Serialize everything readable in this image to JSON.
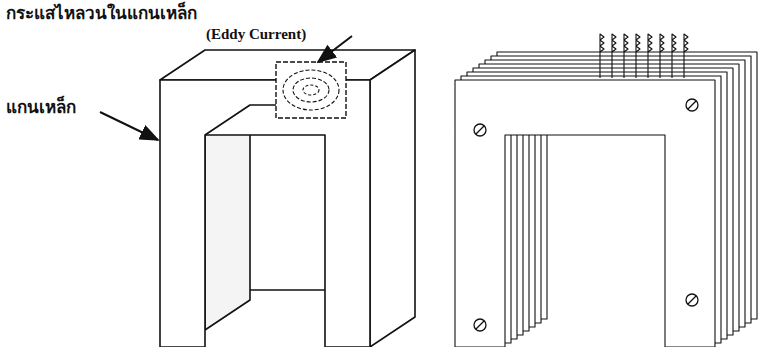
{
  "diagram": {
    "labels": [
      "กระแสไหลวนในแกนเหล็ก",
      "(Eddy Current)",
      "แกนเหล็ก"
    ]
  }
}
